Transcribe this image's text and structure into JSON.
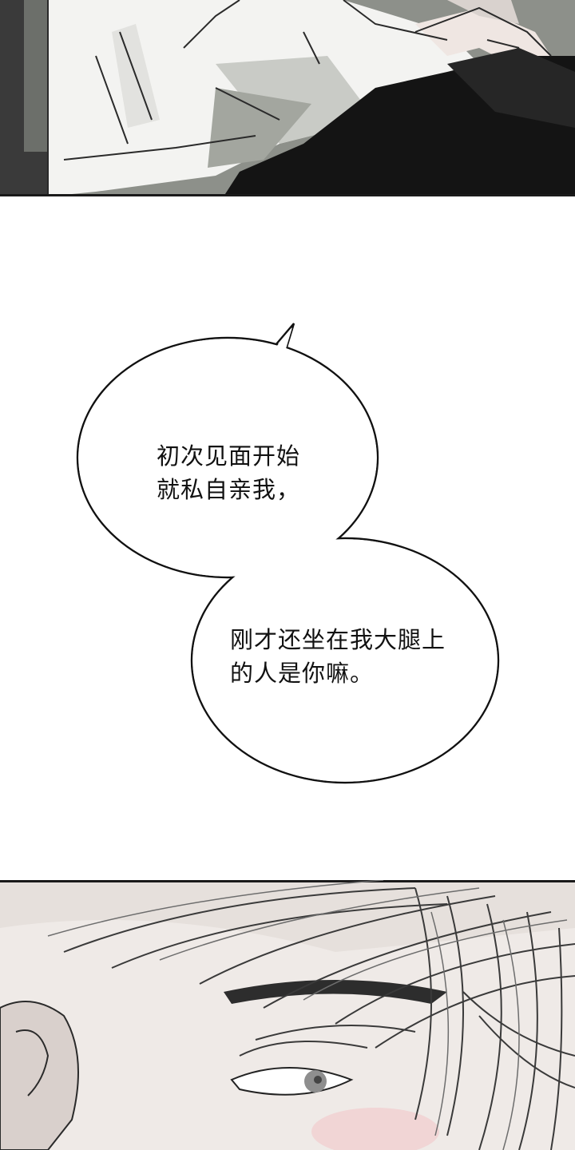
{
  "speech_bubble_1": {
    "line_1": "初次见面开始",
    "line_2": "就私自亲我，"
  },
  "speech_bubble_2": {
    "line_1": "刚才还坐在我大腿上",
    "line_2": "的人是你嘛。"
  },
  "colors": {
    "page_background": "#ffffff",
    "panel_border": "#1a1a1a",
    "top_panel_gray": "#8d908a",
    "top_panel_dark": "#141414",
    "bottom_panel_skin": "#e6e0dc",
    "blush": "#f2c6c9"
  }
}
